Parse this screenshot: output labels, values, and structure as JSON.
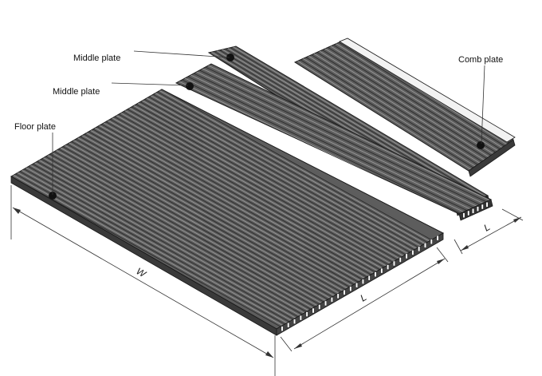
{
  "labels": {
    "middle_plate_upper": "Middle plate",
    "middle_plate_lower": "Middle plate",
    "floor_plate": "Floor plate",
    "comb_plate": "Comb plate"
  },
  "dimensions": {
    "width": "W",
    "length_floor": "L",
    "length_middle": "L"
  },
  "colors": {
    "plate_fill": "#5d5d5d",
    "groove": "#2b2b2b",
    "highlight": "#9a9a9a",
    "outline": "#1a1a1a",
    "comb_edge": "#f2f2f2"
  }
}
